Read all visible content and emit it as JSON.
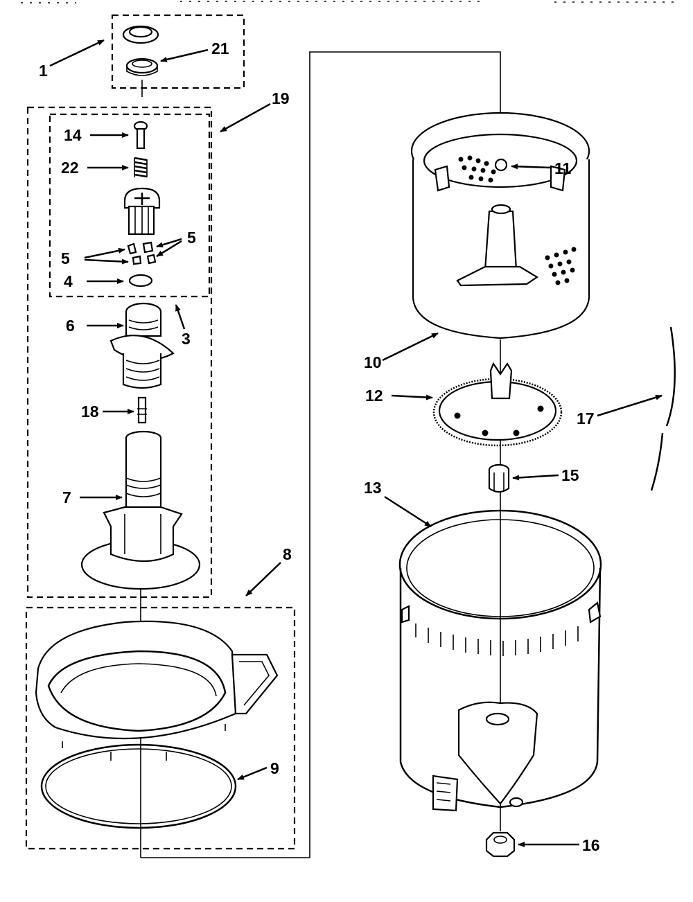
{
  "labels": {
    "l1": "1",
    "l21": "21",
    "l19": "19",
    "l14": "14",
    "l22": "22",
    "l5a": "5",
    "l5b": "5",
    "l4": "4",
    "l3": "3",
    "l6": "6",
    "l18": "18",
    "l7": "7",
    "l8": "8",
    "l9": "9",
    "l10": "10",
    "l11": "11",
    "l12": "12",
    "l13": "13",
    "l15": "15",
    "l16": "16",
    "l17": "17"
  }
}
